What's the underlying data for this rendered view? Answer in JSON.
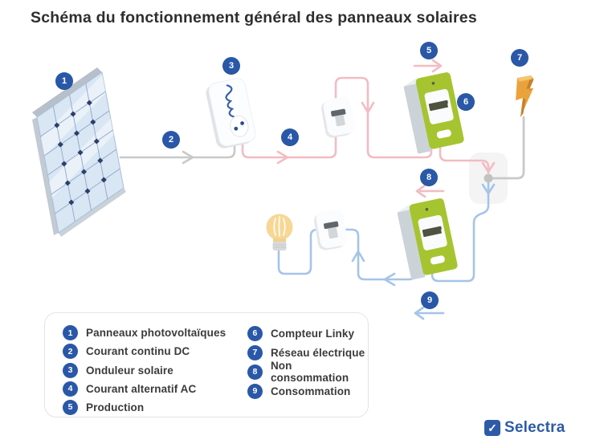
{
  "title": "Schéma du fonctionnement général des panneaux solaires",
  "colors": {
    "marker_blue": "#2a58a8",
    "line_pink": "#f2bcc3",
    "line_blue": "#a5c4e8",
    "line_gray": "#c9c9c9",
    "meter_green": "#a6c430",
    "bolt_orange": "#eaa33b",
    "panel_blue": "#d9e6f3"
  },
  "diagram": {
    "markers": [
      {
        "number": "1"
      },
      {
        "number": "2"
      },
      {
        "number": "3"
      },
      {
        "number": "4"
      },
      {
        "number": "5"
      },
      {
        "number": "6"
      },
      {
        "number": "7"
      },
      {
        "number": "8"
      },
      {
        "number": "9"
      }
    ]
  },
  "legend": {
    "items": [
      {
        "number": "1",
        "label": "Panneaux photovoltaïques"
      },
      {
        "number": "2",
        "label": "Courant continu DC"
      },
      {
        "number": "3",
        "label": "Onduleur solaire"
      },
      {
        "number": "4",
        "label": "Courant alternatif AC"
      },
      {
        "number": "5",
        "label": "Production"
      },
      {
        "number": "6",
        "label": "Compteur Linky"
      },
      {
        "number": "7",
        "label": "Réseau électrique"
      },
      {
        "number": "8",
        "label": "Non consommation"
      },
      {
        "number": "9",
        "label": "Consommation"
      }
    ]
  },
  "footer": {
    "brand": "Selectra",
    "brand_check": "✓"
  }
}
